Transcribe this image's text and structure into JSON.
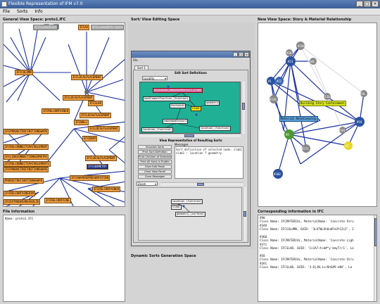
{
  "window": {
    "title": "Flexible Representation of IFM v7.0",
    "buttons": [
      "_",
      "□",
      "×"
    ]
  },
  "menu": [
    "File",
    "Sorts",
    "Info"
  ],
  "panels": {
    "general": "General View Space: proto1.IFC",
    "sort": "Sort/ View Editing Space",
    "new": "New View Space: Story & Material Relationship",
    "file_info": "File Information",
    "dynamic": "Dynamic Sorts Generation Space",
    "corresponding": "Corresponding information in IFC"
  },
  "general_graph": {
    "top_nodes": [
      "IFCLinkedText",
      "IFCAX",
      "IFCLinkedAttribute"
    ],
    "nodes": [
      "IFCCOLUMN",
      "IFCLOCALPLACEMENT",
      "IFCSLAB",
      "IFCRELCONTAINED",
      "IFCPRODUCTDEFINITIONSHAPE",
      "IFCLOCALPLACEMENT",
      "IFCWALL",
      "IFCRELCONNECTSPATHELEMENT",
      "IFCBEAM",
      "IFCLINECONNECTIONGEOMETRY",
      "IFCRELCONNECTSPATHELEMENTS",
      "PRODUCTDEFINITIONSHAPE",
      "IFCLOCALPLACEMENT",
      "IFCPRODUCTDEFINITIONSHAPE",
      "IFCSHAPEREPRESENTATION",
      "IFCRELCONTAINEDIN",
      "IFCRELCONTAINE",
      "IFCEXTRUDEDAREASOLID",
      "IFCLOCALPLACEMENT",
      "IFCLOCALPLACEMENT",
      "IFCRELCONTAINED",
      "IFCGEOMETRY"
    ]
  },
  "file_info_text": "Name: proto1.IFC",
  "sort_editor": {
    "menu": "File",
    "tab": "Sort 1",
    "sort_defs_title": "Edit Sort Definitions",
    "combo_value": "Locality",
    "graph_nodes": [
      "distances_embeddedSensor1_slab1",
      "hasElementFunction_(function)",
      "geometry",
      "distances",
      "slab1",
      "embeddedSensor1",
      "location_(function)",
      "location_(function)"
    ],
    "buttons": [
      "Visualize Sorts",
      "Print Sort Definition",
      "Print Children of Selected",
      "Print All Sorts in Profile",
      "Clear Edit Panel",
      "Clear View Panel",
      "Clear Messages"
    ],
    "messages_label": "Messages",
    "messages_text": "Sort definition of selected node: slab1\nslab1 : location ? geometry",
    "view_title": "View Representation of Resulting Sorts",
    "zoom_value": "Zoom",
    "view_nodes": [
      "location_(function)",
      "slab1",
      "geometry_(surface)"
    ]
  },
  "new_view": {
    "circle_labels": [
      "#188",
      "#348",
      "#30",
      "#23",
      "#130",
      "#59",
      "#360",
      "#22",
      "#371",
      "#1",
      "#339",
      "#391",
      "#50",
      "#9",
      "#2"
    ],
    "yellow_label": "Building Story Containment",
    "blue_label": "Material Relationship"
  },
  "corresponding_lines": [
    "#90",
    "Class Name: IFCMATERIAL, MaterialName: 'Concrete Stru",
    "#348",
    "Class Name: IFCCOLUMN, GUID: '3LUTWLVhOnHFnUY1ZcZ', I",
    "",
    "#360",
    "Class Name: IFCMATERIAL, MaterialName: 'Concrete Ligh",
    "#371",
    "Class Name: IFCSLAB, GUID: 'Cs1A7~t>d#*y'mmyTr/1', La",
    "",
    "#50",
    "Class Name: IFCMATERIAL, MaterialName: 'Concrete Stru",
    "#391",
    "Class Name: IFCSLAB, GUID: '3.DjJN,i>/HhG#9-eNX', La"
  ],
  "colors": {
    "accent_title": "#4d6ea6",
    "node_orange": "#f3a040",
    "edge_blue": "#1a2fa0",
    "teal": "#1fb096"
  }
}
